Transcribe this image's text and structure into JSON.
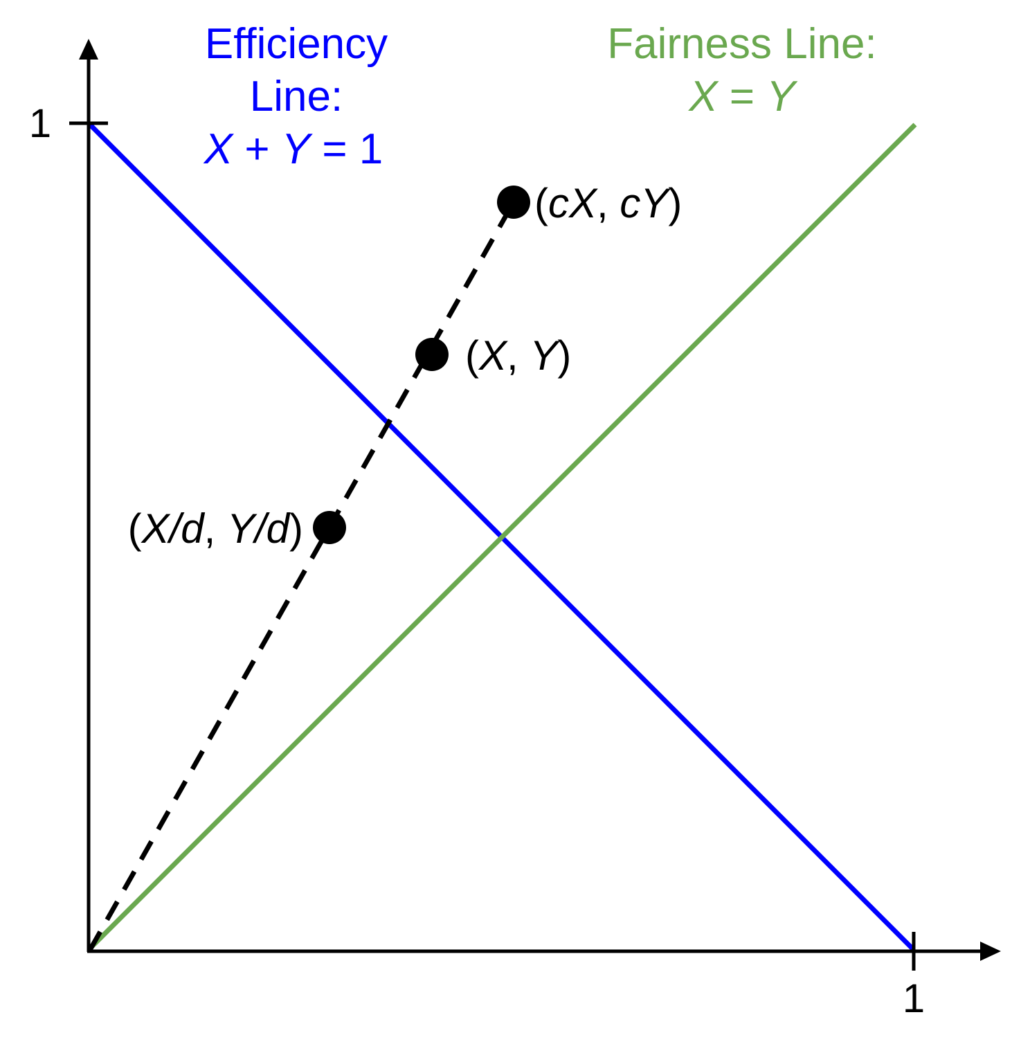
{
  "colors": {
    "axis": "#000000",
    "efficiency": "#0000ff",
    "fairness": "#6aa84f",
    "path": "#000000",
    "point": "#000000"
  },
  "axes": {
    "x_tick_label": "1",
    "y_tick_label": "1"
  },
  "efficiency": {
    "title_line1": "Efficiency",
    "title_line2": "Line:",
    "eq_x": "X",
    "eq_op": " + ",
    "eq_y": "Y",
    "eq_rest": " = 1"
  },
  "fairness": {
    "title": "Fairness Line:",
    "eq_x": "X",
    "eq_op": " = ",
    "eq_y": "Y"
  },
  "points": {
    "scaled_up": {
      "open": "(",
      "a": "cX",
      "sep": ", ",
      "b": "cY",
      "close": ")"
    },
    "base": {
      "open": "(",
      "a": "X",
      "sep": ", ",
      "b": "Y",
      "close": ")"
    },
    "scaled_down": {
      "open": "(",
      "a": "X/d",
      "sep": ", ",
      "b": "Y/d",
      "close": ")"
    }
  }
}
